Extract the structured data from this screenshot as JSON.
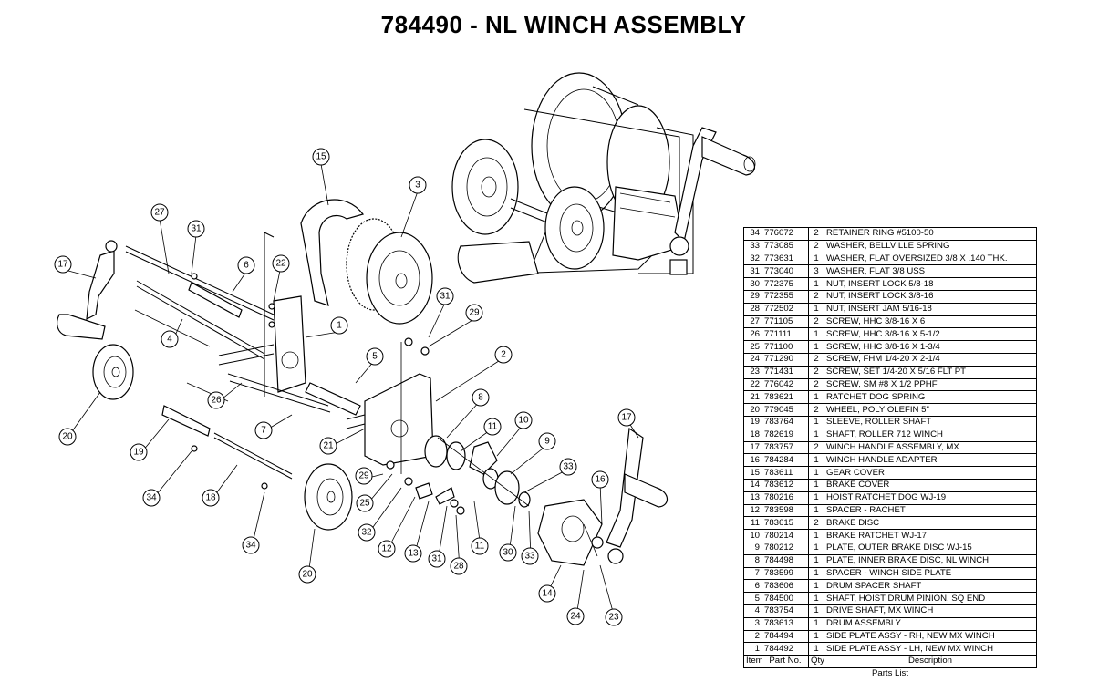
{
  "title": "784490 - NL WINCH ASSEMBLY",
  "callouts": [
    "15",
    "3",
    "27",
    "31",
    "17",
    "6",
    "22",
    "31",
    "29",
    "1",
    "4",
    "2",
    "5",
    "20",
    "26",
    "8",
    "11",
    "10",
    "17",
    "19",
    "7",
    "21",
    "9",
    "33",
    "16",
    "29",
    "25",
    "34",
    "18",
    "32",
    "12",
    "13",
    "31",
    "28",
    "11",
    "30",
    "33",
    "34",
    "20",
    "14",
    "24",
    "23"
  ],
  "parts_list": {
    "headers": {
      "item": "Item",
      "part_no": "Part No.",
      "qty": "Qty",
      "description": "Description"
    },
    "caption": "Parts List",
    "rows": [
      {
        "item": "34",
        "part_no": "776072",
        "qty": "2",
        "description": "RETAINER RING #5100-50"
      },
      {
        "item": "33",
        "part_no": "773085",
        "qty": "2",
        "description": "WASHER, BELLVILLE SPRING"
      },
      {
        "item": "32",
        "part_no": "773631",
        "qty": "1",
        "description": "WASHER, FLAT OVERSIZED 3/8 X .140 THK."
      },
      {
        "item": "31",
        "part_no": "773040",
        "qty": "3",
        "description": "WASHER, FLAT 3/8 USS"
      },
      {
        "item": "30",
        "part_no": "772375",
        "qty": "1",
        "description": "NUT, INSERT LOCK 5/8-18"
      },
      {
        "item": "29",
        "part_no": "772355",
        "qty": "2",
        "description": "NUT, INSERT LOCK 3/8-16"
      },
      {
        "item": "28",
        "part_no": "772502",
        "qty": "1",
        "description": "NUT, INSERT JAM 5/16-18"
      },
      {
        "item": "27",
        "part_no": "771105",
        "qty": "2",
        "description": "SCREW, HHC 3/8-16 X 6"
      },
      {
        "item": "26",
        "part_no": "771111",
        "qty": "1",
        "description": "SCREW, HHC 3/8-16 X 5-1/2"
      },
      {
        "item": "25",
        "part_no": "771100",
        "qty": "1",
        "description": "SCREW, HHC 3/8-16 X 1-3/4"
      },
      {
        "item": "24",
        "part_no": "771290",
        "qty": "2",
        "description": "SCREW, FHM 1/4-20 X 2-1/4"
      },
      {
        "item": "23",
        "part_no": "771431",
        "qty": "2",
        "description": "SCREW, SET 1/4-20 X 5/16 FLT PT"
      },
      {
        "item": "22",
        "part_no": "776042",
        "qty": "2",
        "description": "SCREW, SM #8 X 1/2 PPHF"
      },
      {
        "item": "21",
        "part_no": "783621",
        "qty": "1",
        "description": "RATCHET DOG SPRING"
      },
      {
        "item": "20",
        "part_no": "779045",
        "qty": "2",
        "description": "WHEEL, POLY OLEFIN 5\""
      },
      {
        "item": "19",
        "part_no": "783764",
        "qty": "1",
        "description": "SLEEVE, ROLLER SHAFT"
      },
      {
        "item": "18",
        "part_no": "782619",
        "qty": "1",
        "description": "SHAFT, ROLLER 712 WINCH"
      },
      {
        "item": "17",
        "part_no": "783757",
        "qty": "2",
        "description": "WINCH HANDLE ASSEMBLY, MX"
      },
      {
        "item": "16",
        "part_no": "784284",
        "qty": "1",
        "description": "WINCH HANDLE ADAPTER"
      },
      {
        "item": "15",
        "part_no": "783611",
        "qty": "1",
        "description": "GEAR COVER"
      },
      {
        "item": "14",
        "part_no": "783612",
        "qty": "1",
        "description": "BRAKE COVER"
      },
      {
        "item": "13",
        "part_no": "780216",
        "qty": "1",
        "description": "HOIST RATCHET DOG WJ-19"
      },
      {
        "item": "12",
        "part_no": "783598",
        "qty": "1",
        "description": "SPACER - RACHET"
      },
      {
        "item": "11",
        "part_no": "783615",
        "qty": "2",
        "description": "BRAKE DISC"
      },
      {
        "item": "10",
        "part_no": "780214",
        "qty": "1",
        "description": "BRAKE RATCHET WJ-17"
      },
      {
        "item": "9",
        "part_no": "780212",
        "qty": "1",
        "description": "PLATE, OUTER BRAKE DISC WJ-15"
      },
      {
        "item": "8",
        "part_no": "784498",
        "qty": "1",
        "description": "PLATE, INNER BRAKE DISC, NL WINCH"
      },
      {
        "item": "7",
        "part_no": "783599",
        "qty": "1",
        "description": "SPACER - WINCH SIDE PLATE"
      },
      {
        "item": "6",
        "part_no": "783606",
        "qty": "1",
        "description": "DRUM SPACER SHAFT"
      },
      {
        "item": "5",
        "part_no": "784500",
        "qty": "1",
        "description": "SHAFT, HOIST DRUM PINION, SQ END"
      },
      {
        "item": "4",
        "part_no": "783754",
        "qty": "1",
        "description": "DRIVE SHAFT, MX WINCH"
      },
      {
        "item": "3",
        "part_no": "783613",
        "qty": "1",
        "description": "DRUM ASSEMBLY"
      },
      {
        "item": "2",
        "part_no": "784494",
        "qty": "1",
        "description": "SIDE PLATE ASSY - RH, NEW MX WINCH"
      },
      {
        "item": "1",
        "part_no": "784492",
        "qty": "1",
        "description": "SIDE PLATE ASSY - LH, NEW MX WINCH"
      }
    ]
  }
}
